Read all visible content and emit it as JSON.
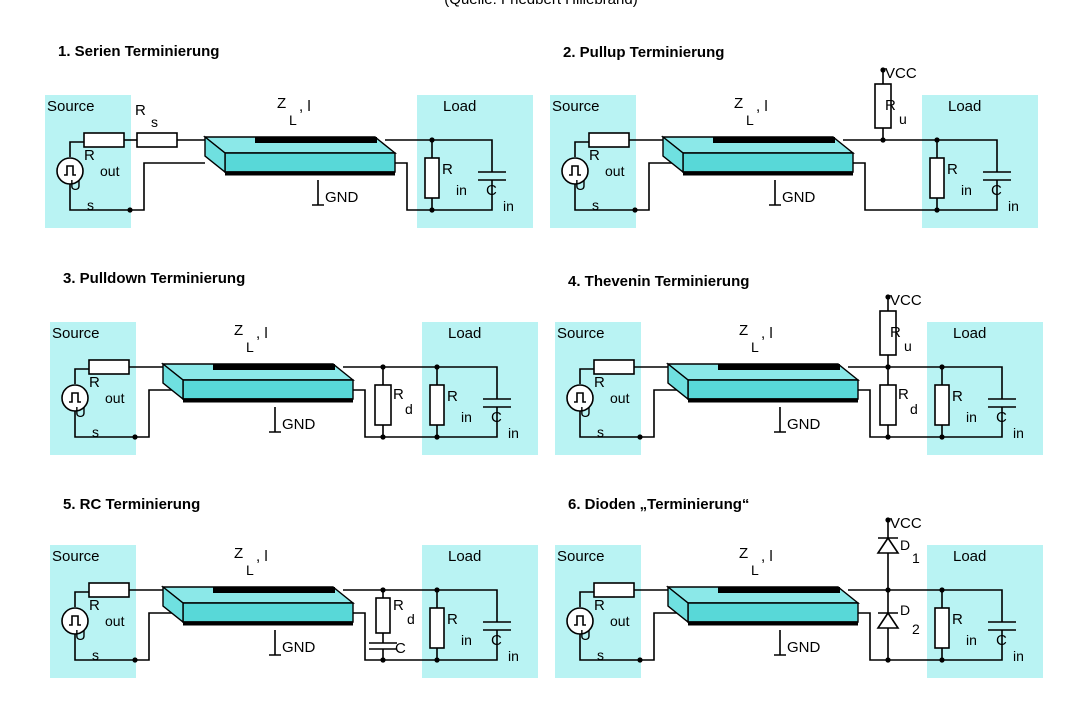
{
  "caption": "(Quelle: Friedbert Hillebrand)",
  "panels": [
    {
      "title": "1. Serien Terminierung",
      "source": "Source",
      "load": "Load",
      "rout": "R",
      "rout_sub": "out",
      "us": "U",
      "us_sub": "s",
      "line_z": "Z",
      "line_z_sub": "L",
      "line_len": ", l",
      "gnd": "GND",
      "rin": "R",
      "rin_sub": "in",
      "cin": "C",
      "cin_sub": "in",
      "rs": "R",
      "rs_sub": "s"
    },
    {
      "title": "2. Pullup Terminierung",
      "source": "Source",
      "load": "Load",
      "rout": "R",
      "rout_sub": "out",
      "us": "U",
      "us_sub": "s",
      "line_z": "Z",
      "line_z_sub": "L",
      "line_len": ", l",
      "gnd": "GND",
      "rin": "R",
      "rin_sub": "in",
      "cin": "C",
      "cin_sub": "in",
      "vcc": "VCC",
      "ru": "R",
      "ru_sub": "u"
    },
    {
      "title": "3. Pulldown Terminierung",
      "source": "Source",
      "load": "Load",
      "rout": "R",
      "rout_sub": "out",
      "us": "U",
      "us_sub": "s",
      "line_z": "Z",
      "line_z_sub": "L",
      "line_len": ", l",
      "gnd": "GND",
      "rin": "R",
      "rin_sub": "in",
      "cin": "C",
      "cin_sub": "in",
      "rd": "R",
      "rd_sub": "d"
    },
    {
      "title": "4. Thevenin Terminierung",
      "source": "Source",
      "load": "Load",
      "rout": "R",
      "rout_sub": "out",
      "us": "U",
      "us_sub": "s",
      "line_z": "Z",
      "line_z_sub": "L",
      "line_len": ", l",
      "gnd": "GND",
      "rin": "R",
      "rin_sub": "in",
      "cin": "C",
      "cin_sub": "in",
      "vcc": "VCC",
      "ru": "R",
      "ru_sub": "u",
      "rd": "R",
      "rd_sub": "d"
    },
    {
      "title": "5. RC  Terminierung",
      "source": "Source",
      "load": "Load",
      "rout": "R",
      "rout_sub": "out",
      "us": "U",
      "us_sub": "s",
      "line_z": "Z",
      "line_z_sub": "L",
      "line_len": ", l",
      "gnd": "GND",
      "rin": "R",
      "rin_sub": "in",
      "cin": "C",
      "cin_sub": "in",
      "rd": "R",
      "rd_sub": "d",
      "c": "C"
    },
    {
      "title": "6. Dioden „Terminierung“",
      "source": "Source",
      "load": "Load",
      "rout": "R",
      "rout_sub": "out",
      "us": "U",
      "us_sub": "s",
      "line_z": "Z",
      "line_z_sub": "L",
      "line_len": ", l",
      "gnd": "GND",
      "rin": "R",
      "rin_sub": "in",
      "cin": "C",
      "cin_sub": "in",
      "vcc": "VCC",
      "d1": "D",
      "d1_sub": "1",
      "d2": "D",
      "d2_sub": "2"
    }
  ]
}
